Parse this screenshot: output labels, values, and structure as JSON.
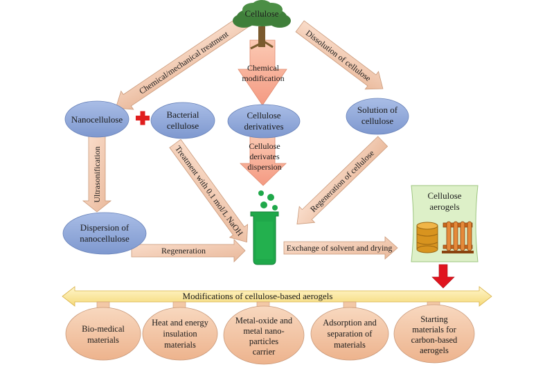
{
  "nodes": {
    "cellulose": "Cellulose",
    "nanocellulose": "Nanocellulose",
    "bacterial": [
      "Bacterial",
      "cellulose"
    ],
    "derivatives": [
      "Cellulose",
      "derivatives"
    ],
    "solution": [
      "Solution of",
      "cellulose"
    ],
    "dispersion": [
      "Dispersion of",
      "nanocellulose"
    ],
    "aerogels": [
      "Cellulose",
      "aerogels"
    ]
  },
  "edges": {
    "chemical_mechanical": "Chemical/mechanical treatment",
    "dissolution": "Dissolution of cellulose",
    "chemical_modification": [
      "Chemical",
      "modification"
    ],
    "derivates_dispersion": [
      "Cellulose",
      "derivates",
      "dispersion"
    ],
    "ultrasonification": "Ultrasonification",
    "naoh_treatment": "Treatment with 0.1 mol/L NaOH",
    "regeneration_of_cellulose": "Regeneration of cellulose",
    "regeneration": "Regeneration",
    "exchange": "Exchange of solvent and drying"
  },
  "banner": "Modifications of cellulose-based aerogels",
  "applications": [
    [
      "Bio-medical",
      "materials"
    ],
    [
      "Heat and energy",
      "insulation",
      "materials"
    ],
    [
      "Metal-oxide and",
      "metal nano-",
      "particles",
      "carrier"
    ],
    [
      "Adsorption and",
      "separation of",
      "materials"
    ],
    [
      "Starting",
      "materials for",
      "carbon-based",
      "aerogels"
    ]
  ],
  "icons": [
    "tree-icon",
    "plus-icon",
    "beaker-icon",
    "cylinder-icon",
    "test-tubes-icon"
  ],
  "colors": {
    "node_fill": "#8EA7DA",
    "arrow_fill": "#F7CDB5",
    "banner_fill": "#FBE8A3",
    "app_fill": "#F3C8A6",
    "aerogel_box": "#DDF0C8",
    "beaker": "#1FA84A",
    "tree": "#3F7F3A",
    "plus": "#E01E1E",
    "red_arrow": "#E0141E"
  }
}
